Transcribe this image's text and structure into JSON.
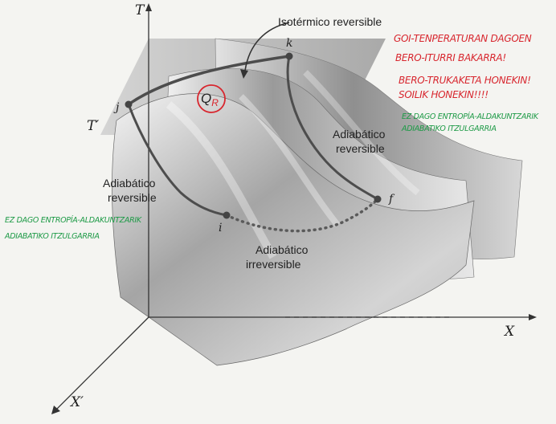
{
  "axes": {
    "t_label": "T",
    "x_label": "X",
    "xprime_label": "X′",
    "tprime_label": "T′"
  },
  "points": {
    "j": "j",
    "k": "k",
    "i": "i",
    "f": "f"
  },
  "processes": {
    "isothermal": "Isotérmico reversible",
    "adiabatic_rev_right_1": "Adiabático",
    "adiabatic_rev_right_2": "reversible",
    "adiabatic_rev_left_1": "Adiabático",
    "adiabatic_rev_left_2": "reversible",
    "adiabatic_irrev_1": "Adiabático",
    "adiabatic_irrev_2": "irreversible"
  },
  "heat_label": {
    "q": "Q",
    "sub": "R"
  },
  "notes": {
    "red": [
      "GOI-TENPERATURAN DAGOEN",
      "BERO-ITURRI BAKARRA!",
      "BERO-TRUKAKETA HONEKIN!",
      "SOILIK HONEKIN!!!!"
    ],
    "green_right": [
      "EZ DAGO ENTROPÍA-ALDAKUNTZARIK",
      "ADIABATIKO ITZULGARRIA"
    ],
    "green_left": [
      "EZ DAGO ENTROPÍA-ALDAKUNTZARIK",
      "ADIABATIKO ITZULGARRIA"
    ]
  },
  "colors": {
    "annotation_red": "#d8262e",
    "annotation_green": "#1d9a46",
    "curve": "#555555"
  }
}
